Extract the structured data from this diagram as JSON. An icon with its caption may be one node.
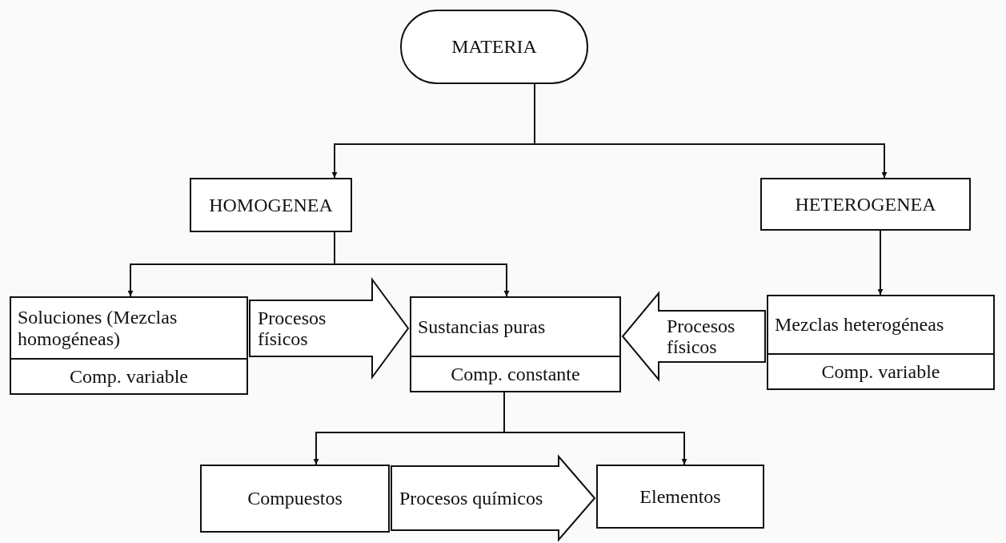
{
  "diagram": {
    "nodes": [
      {
        "text": [
          "MATERIA"
        ]
      },
      {
        "text": [
          "HOMOGENEA"
        ]
      },
      {
        "text": [
          "HETEROGENEA"
        ]
      },
      {
        "text": [
          "Soluciones (Mezclas homogéneas)",
          "Comp. variable"
        ]
      },
      {
        "text": [
          "Sustancias puras",
          "Comp. constante"
        ]
      },
      {
        "text": [
          "Mezclas heterogéneas",
          "Comp. variable"
        ]
      },
      {
        "text": [
          "Compuestos"
        ]
      },
      {
        "text": [
          "Elementos"
        ]
      }
    ],
    "edges": [
      {
        "from": 0,
        "to": 1,
        "arrow": "to"
      },
      {
        "from": 0,
        "to": 2,
        "arrow": "to"
      },
      {
        "from": 1,
        "to": 3,
        "arrow": "to"
      },
      {
        "from": 1,
        "to": 4,
        "arrow": "to"
      },
      {
        "from": 2,
        "to": 5,
        "arrow": "to"
      },
      {
        "from": 3,
        "to": 4,
        "arrow": "to",
        "label": "Procesos físicos",
        "style": "thick"
      },
      {
        "from": 5,
        "to": 4,
        "arrow": "to",
        "label": "Procesos físicos",
        "style": "thick"
      },
      {
        "from": 4,
        "to": 6,
        "arrow": "to"
      },
      {
        "from": 4,
        "to": 7,
        "arrow": "to"
      },
      {
        "from": 6,
        "to": 7,
        "arrow": "to",
        "label": "Procesos químicos",
        "style": "thick"
      }
    ]
  }
}
